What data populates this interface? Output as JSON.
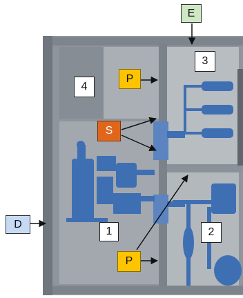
{
  "labels": {
    "e": "E",
    "d": "D",
    "s": "S",
    "p_top": "P",
    "p_bottom": "P",
    "n1": "1",
    "n2": "2",
    "n3": "3",
    "n4": "4"
  },
  "colors": {
    "label_green": "#cfe8c4",
    "label_blue": "#c7daf3",
    "label_yellow": "#ffc400",
    "label_orange": "#e0661c",
    "component_blue": "#3f6fb3",
    "cabinet_gray": "#9aa1a8"
  }
}
